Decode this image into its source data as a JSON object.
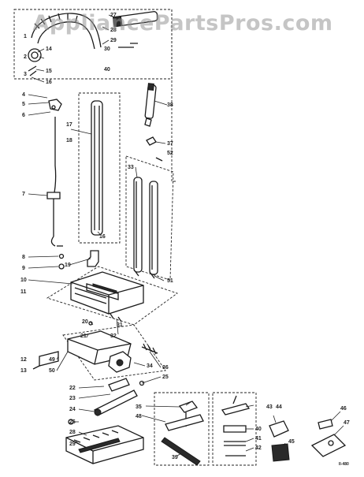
{
  "watermark": "AppliancePartsPros.com",
  "drawing_code": "II-480",
  "labels": {
    "l1": "1",
    "l2": "2",
    "l3": "3",
    "l4": "4",
    "l5": "5",
    "l6": "6",
    "l7": "7",
    "l8": "8",
    "l9": "9",
    "l10": "10",
    "l11": "11",
    "l12": "12",
    "l13": "13",
    "l14": "14",
    "l15": "15",
    "l16": "16",
    "l16b": "16",
    "l17": "17",
    "l18": "18",
    "l19": "19",
    "l20": "20",
    "l21": "21",
    "l22": "22",
    "l23": "23",
    "l24": "24",
    "l25": "25",
    "l26": "26",
    "l27": "27",
    "l28": "28",
    "l29": "29",
    "l30": "30",
    "l31": "31",
    "l32": "32",
    "l33": "33",
    "l34": "34",
    "l35": "35",
    "l36": "36",
    "l37": "37",
    "l38": "38",
    "l39": "39",
    "l40": "40",
    "l41": "41",
    "l42": "42",
    "l43": "43",
    "l44": "44",
    "l45": "45",
    "l46": "46",
    "l47": "47",
    "l48": "48",
    "l49": "49",
    "l50": "50",
    "l51": "51",
    "l52": "52"
  }
}
